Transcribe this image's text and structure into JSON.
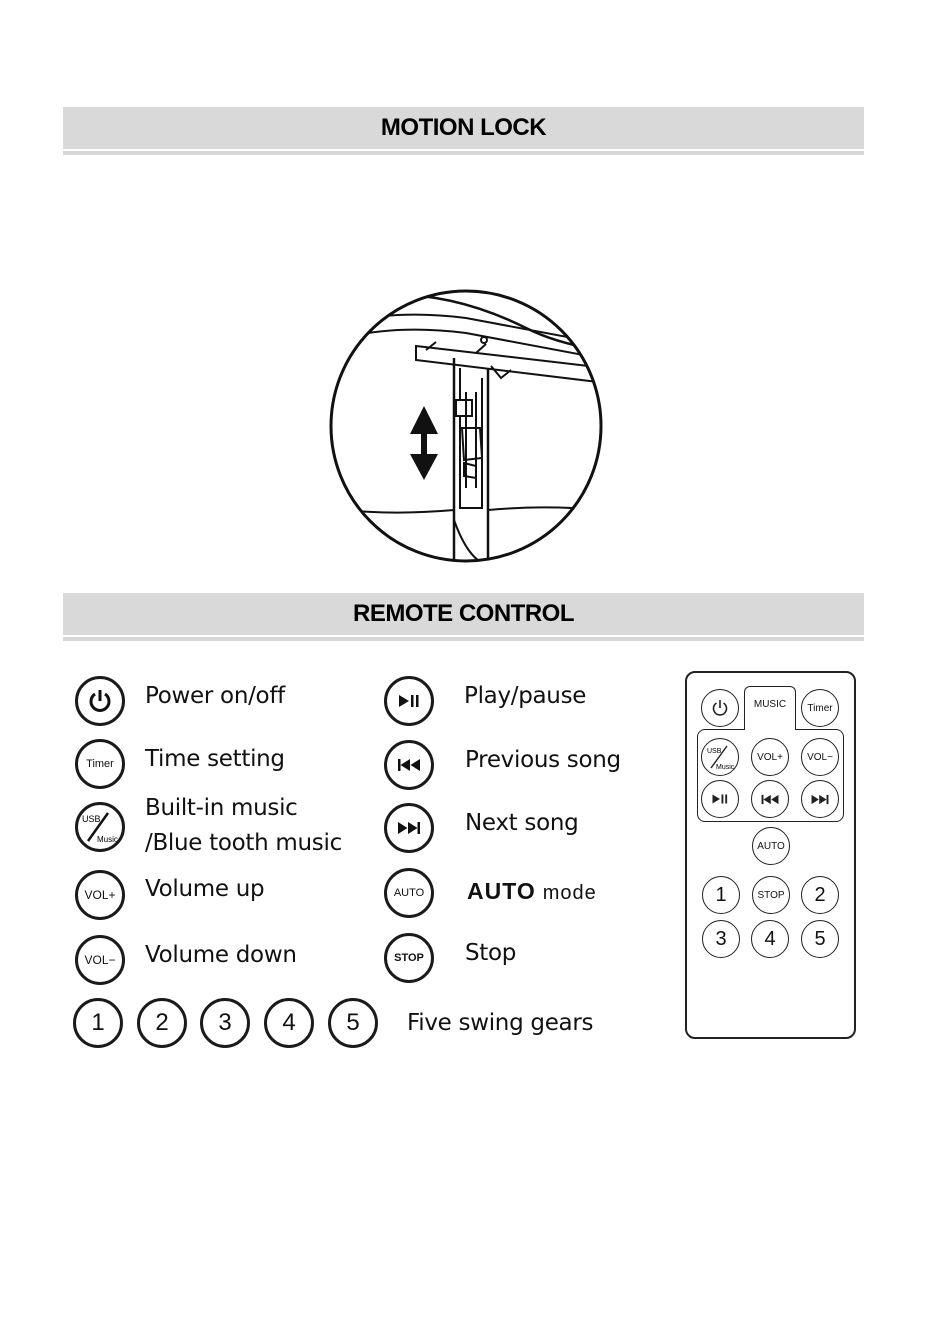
{
  "sections": {
    "motion_lock": {
      "title": "MOTION LOCK"
    },
    "remote_control": {
      "title": "REMOTE CONTROL"
    }
  },
  "legend": {
    "power": {
      "icon": "power-icon",
      "label": "Power on/off"
    },
    "timer": {
      "key": "Timer",
      "label": "Time setting"
    },
    "usb": {
      "key_top": "USB",
      "key_bottom": "Music",
      "label_line1": "Built-in music",
      "label_line2": "/Blue tooth music"
    },
    "vol_up": {
      "key": "VOL+",
      "label": "Volume up"
    },
    "vol_down": {
      "key": "VOL−",
      "label": "Volume down"
    },
    "play_pause": {
      "icon": "play-pause-icon",
      "label": "Play/pause"
    },
    "previous": {
      "icon": "previous-icon",
      "label": "Previous song"
    },
    "next": {
      "icon": "next-icon",
      "label": "Next song"
    },
    "auto": {
      "key": "AUTO",
      "label_bold": "AUTO",
      "label_rest": "mode"
    },
    "stop": {
      "key": "STOP",
      "label": "Stop"
    },
    "gears": {
      "keys": [
        "1",
        "2",
        "3",
        "4",
        "5"
      ],
      "label": "Five swing gears"
    }
  },
  "remote": {
    "music": "MUSIC",
    "timer": "Timer",
    "usb_top": "USB",
    "usb_bottom": "Music",
    "vol_up": "VOL+",
    "vol_down": "VOL−",
    "auto": "AUTO",
    "stop": "STOP",
    "nums": [
      "1",
      "2",
      "3",
      "4",
      "5"
    ]
  }
}
